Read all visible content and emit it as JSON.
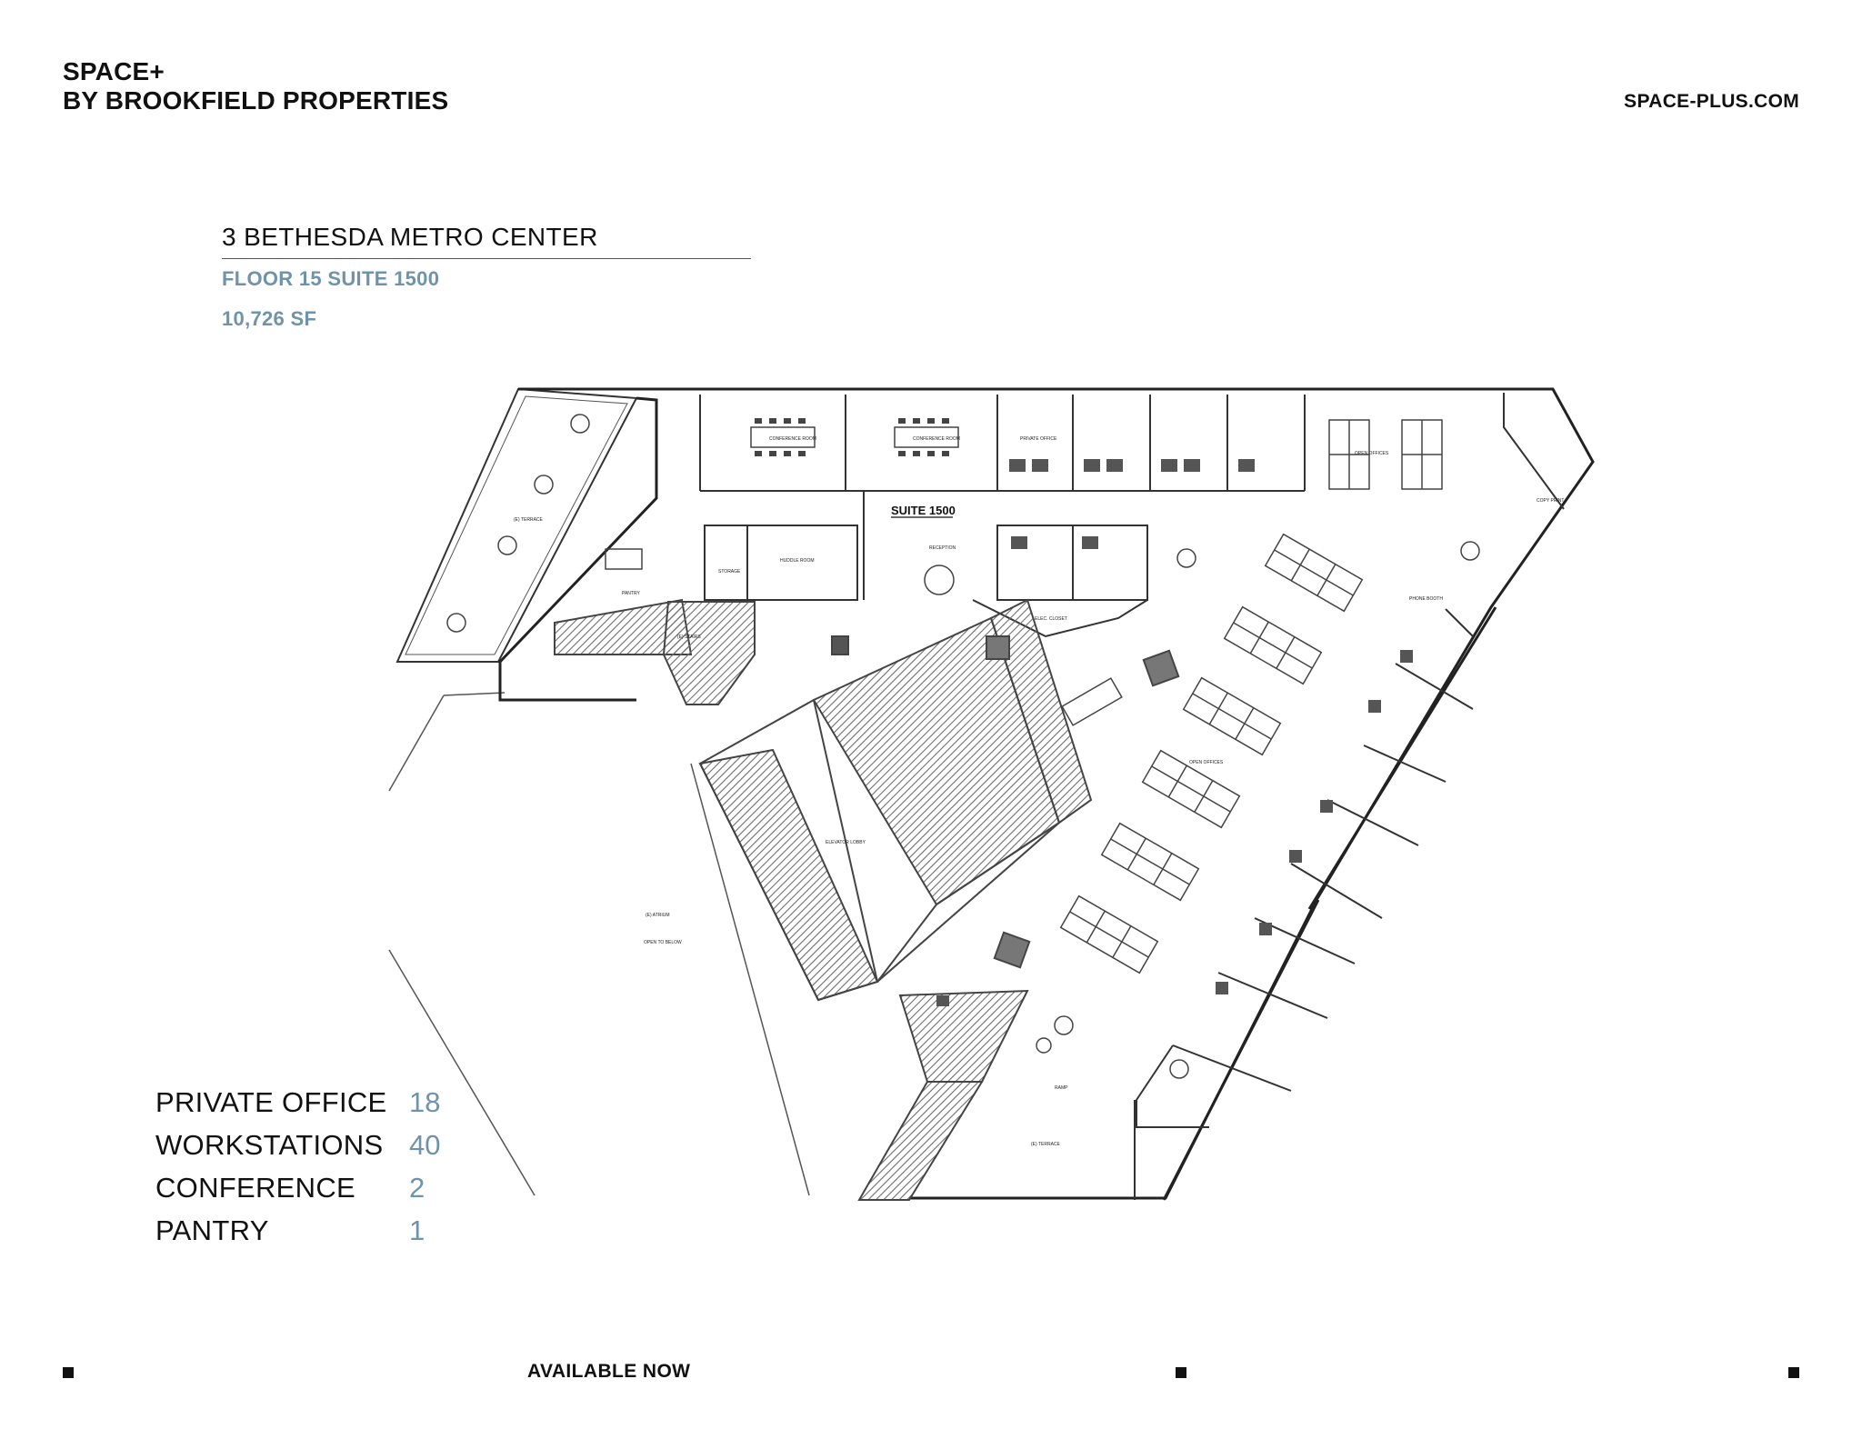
{
  "header": {
    "brand_line1": "SPACE+",
    "brand_line2": "BY BROOKFIELD PROPERTIES",
    "website": "SPACE-PLUS.COM"
  },
  "listing": {
    "building": "3 BETHESDA METRO CENTER",
    "suite": "FLOOR 15 SUITE 1500",
    "area": "10,726 SF"
  },
  "floorplan": {
    "suite_label": "SUITE 1500",
    "room_labels": {
      "conference_1": "CONFERENCE ROOM",
      "conference_2": "CONFERENCE ROOM",
      "private_office": "PRIVATE OFFICE",
      "open_offices": "OPEN OFFICES",
      "reception": "RECEPTION",
      "pantry": "PANTRY",
      "huddle": "HUDDLE ROOM",
      "storage": "STORAGE",
      "terrace": "(E) TERRACE",
      "stairs": "(E) STAIRS",
      "atrium": "(E) ATRIUM",
      "open_to_below": "OPEN TO BELOW",
      "elevator_lobby": "ELEVATOR LOBBY",
      "ramp": "RAMP",
      "elec_closet": "ELEC. CLOSET",
      "phone_booth": "PHONE BOOTH",
      "copy_print": "COPY PRINT"
    },
    "colors": {
      "line": "#333333",
      "hatch": "#7a7a7a",
      "furniture": "#444444"
    }
  },
  "stats": [
    {
      "label": "PRIVATE OFFICE",
      "value": "18"
    },
    {
      "label": "WORKSTATIONS",
      "value": "40"
    },
    {
      "label": "CONFERENCE",
      "value": "2"
    },
    {
      "label": "PANTRY",
      "value": "1"
    }
  ],
  "footer": {
    "availability": "AVAILABLE NOW"
  },
  "accent_color": "#6f93a8"
}
